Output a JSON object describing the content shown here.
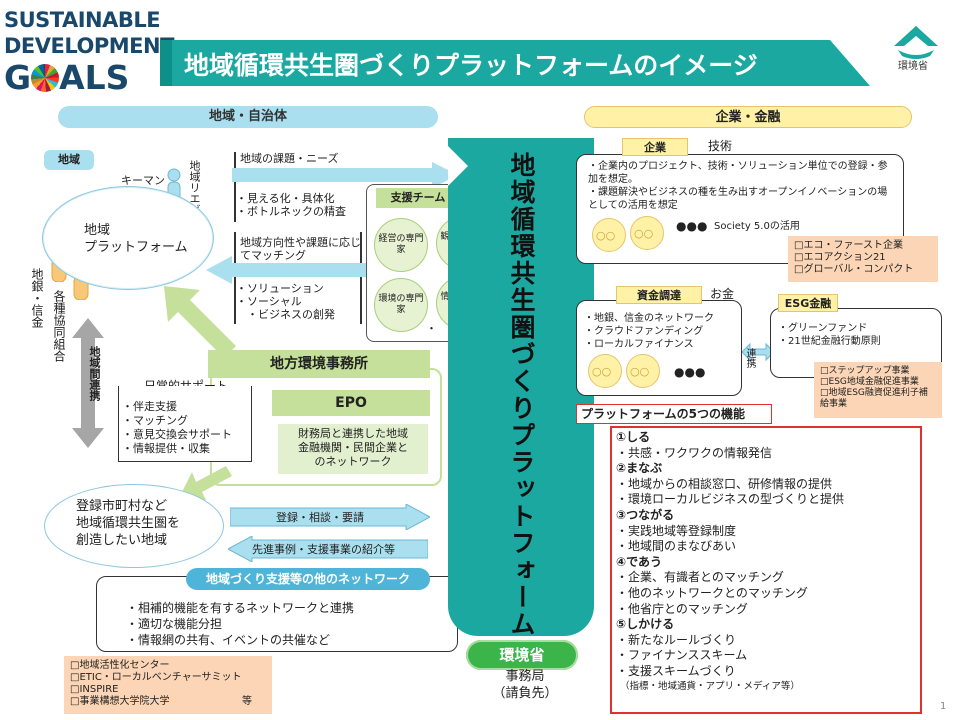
{
  "header": {
    "sdg_line1": "SUSTAINABLE",
    "sdg_line2": "DEVELOPMENT",
    "sdg_goals": "GOALS",
    "title": "地域循環共生圏づくりプラットフォームのイメージ",
    "ministry_logo_label": "環境省"
  },
  "left": {
    "region_banner": "地域・自治体",
    "region_tag": "地域",
    "keyman": "キーマン",
    "liaison": "地域リエゾン",
    "platform_name": "地域\nプラットフォーム",
    "bank": "地銀・信金",
    "coop": "各種協同組合",
    "inter_region": "地域間連携",
    "issues_title": "地域の課題・ニーズ",
    "issues_items": [
      "見える化・具体化",
      "ボトルネックの精査"
    ],
    "direction_title": "地域方向性や課題に応じてマッチング",
    "direction_items": [
      "ソリューション",
      "ソーシャル",
      "ビジネスの創発"
    ],
    "support_team_title": "支援チーム",
    "support_team_experts": [
      "経営の専門家",
      "観光業の専門家",
      "環境の専門家",
      "情報技術の専門家"
    ],
    "support_team_dot": "・",
    "regional_office": "地方環境事務所",
    "daily_support_title": "日常的サポート",
    "daily_support_items": [
      "伴走支援",
      "マッチング",
      "意見交換会サポート",
      "情報提供・収集"
    ],
    "epo": "EPO",
    "epo_desc": "財務局と連携した地域\n金融機関・民間企業と\nのネットワーク",
    "target_region": "登録市町村など\n地域循環共生圏を\n創造したい地域",
    "arrow_register": "登録・相談・要請",
    "arrow_intro": "先進事例・支援事業の紹介等",
    "network_banner": "地域づくり支援等の他のネットワーク",
    "network_items": [
      "相補的機能を有するネットワークと連携",
      "適切な機能分担",
      "情報網の共有、イベントの共催など"
    ],
    "orgs": [
      "□地域活性化センター",
      "□ETIC・ローカルベンチャーサミット",
      "□INSPIRE",
      "□事業構想大学院大学"
    ],
    "orgs_etc": "等"
  },
  "center": {
    "platform_vertical": "地域循環共生圏づくりプラットフォーム",
    "ministry_pill": "環境省",
    "secretariat": "事務局\n（請負先）"
  },
  "right": {
    "corp_banner": "企業・金融",
    "corp_tag": "企業",
    "tech": "技術",
    "corp_items": [
      "企業内のプロジェクト、技術・ソリューション単位での登録・参加を想定。",
      "課題解決やビジネスの種を生み出すオープンイノベーションの場としての活用を想定"
    ],
    "society": "Society 5.0の活用",
    "circle_label": "○○",
    "dots": "●●●",
    "eco_list": [
      "□エコ・ファースト企業",
      "□エコアクション21",
      "□グローバル・コンパクト"
    ],
    "finance_tag": "資金調達",
    "money": "お金",
    "finance_items": [
      "地銀、信金のネットワーク",
      "クラウドファンディング",
      "ローカルファイナンス"
    ],
    "link": "連携",
    "esg_tag": "ESG金融",
    "esg_items": [
      "グリーンファンド",
      "21世紀金融行動原則"
    ],
    "esg_list": [
      "□ステップアップ事業",
      "□ESG地域金融促進事業",
      "□地域ESG融資促進利子補給事業"
    ],
    "functions_title": "プラットフォームの5つの機能",
    "functions": [
      {
        "head": "①しる",
        "items": [
          "共感・ワクワクの情報発信"
        ]
      },
      {
        "head": "②まなぶ",
        "items": [
          "地域からの相談窓口、研修情報の提供",
          "環境ローカルビジネスの型づくりと提供"
        ]
      },
      {
        "head": "③つながる",
        "items": [
          "実践地域等登録制度",
          "地域間のまなびあい"
        ]
      },
      {
        "head": "④であう",
        "items": [
          "企業、有識者とのマッチング",
          "他のネットワークとのマッチング",
          "他省庁とのマッチング"
        ]
      },
      {
        "head": "⑤しかける",
        "items": [
          "新たなルールづくり",
          "ファイナンススキーム",
          "支援スキームづくり"
        ]
      }
    ],
    "functions_note": "（指標・地域通貨・アプリ・メディア等）"
  },
  "page_number": "1",
  "colors": {
    "teal": "#1aa8a0",
    "teal_dark": "#0e8f88",
    "title_text": "#ffffff",
    "sky": "#a9dfee",
    "light_green": "#c4e09a",
    "yellow_pill": "#fff2a6",
    "salmon": "#fbd5b5",
    "red": "#e03030"
  }
}
